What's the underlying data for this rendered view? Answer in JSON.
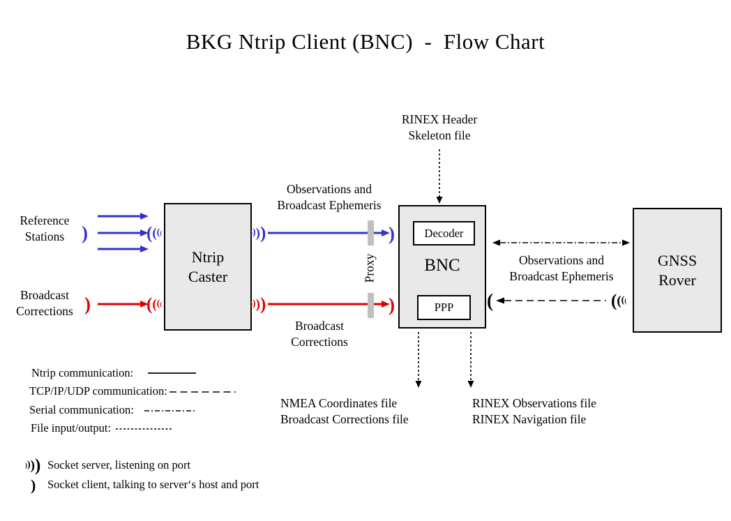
{
  "title": "BKG Ntrip Client (BNC)  -  Flow Chart",
  "colors": {
    "blue": "#3333cc",
    "red": "#e00000",
    "box_fill": "#e9e9e9",
    "box_border": "#000000",
    "proxy_bar": "#c0c0c0",
    "ink": "#000000"
  },
  "nodes": {
    "ntrip_caster": {
      "line1": "Ntrip",
      "line2": "Caster"
    },
    "bnc": {
      "label": "BNC",
      "decoder": "Decoder",
      "ppp": "PPP"
    },
    "gnss_rover": {
      "line1": "GNSS",
      "line2": "Rover"
    }
  },
  "labels": {
    "reference_stations": {
      "line1": "Reference",
      "line2": "Stations"
    },
    "broadcast_corrections_input": {
      "line1": "Broadcast",
      "line2": "Corrections"
    },
    "observations_ephemeris_caster_bnc": {
      "line1": "Observations and",
      "line2": "Broadcast Ephemeris"
    },
    "broadcast_corrections_caster_bnc": {
      "line1": "Broadcast",
      "line2": "Corrections"
    },
    "rinex_header_skeleton": {
      "line1": "RINEX Header",
      "line2": "Skeleton file"
    },
    "proxy": "Proxy",
    "observations_ephemeris_bnc_rover": {
      "line1": "Observations and",
      "line2": "Broadcast Ephemeris"
    },
    "nmea_outputs": {
      "line1": "NMEA Coordinates file",
      "line2": "Broadcast Corrections file"
    },
    "rinex_outputs": {
      "line1": "RINEX Observations file",
      "line2": "RINEX Navigation file"
    }
  },
  "legend": {
    "line_types": [
      {
        "label": "Ntrip communication:",
        "style": "solid"
      },
      {
        "label": "TCP/IP/UDP communication:",
        "style": "dashed"
      },
      {
        "label": "Serial communication:",
        "style": "dashdot"
      },
      {
        "label": "File input/output:",
        "style": "dotted"
      }
    ],
    "socket_server_label": "Socket server, listening on port",
    "socket_client_label": "Socket client, talking to server‘s host and port"
  },
  "icons": {
    "socket_server": ")))",
    "socket_client": ")"
  }
}
